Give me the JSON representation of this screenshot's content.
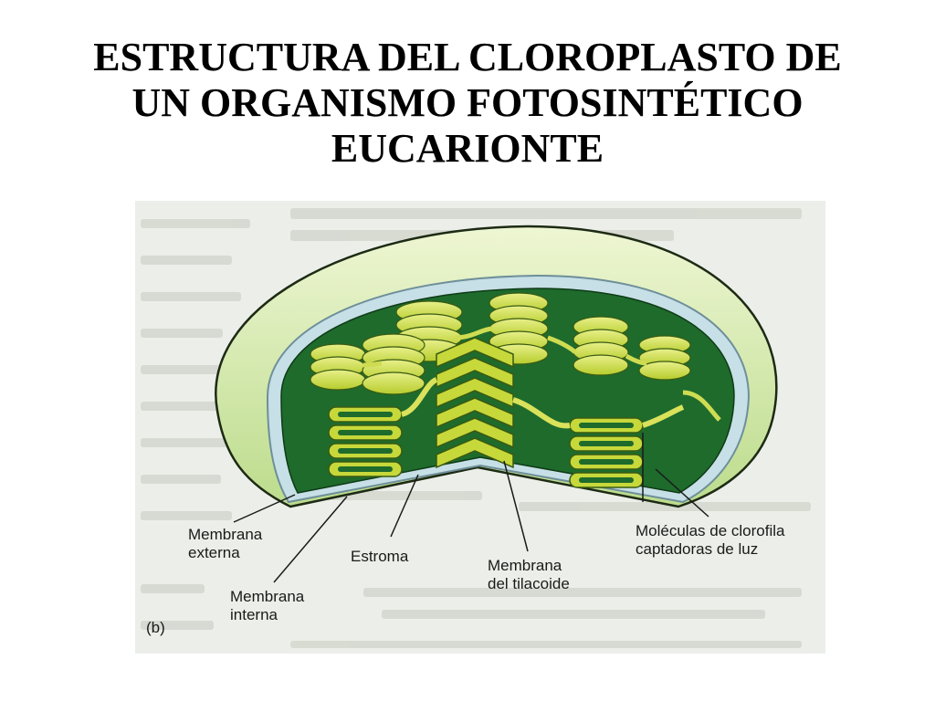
{
  "slide": {
    "title_lines": [
      "ESTRUCTURA DEL CLOROPLASTO DE",
      "UN ORGANISMO FOTOSINTÉTICO",
      "EUCARIONTE"
    ]
  },
  "figure": {
    "panel_label": "(b)",
    "labels": {
      "membrana_externa": [
        "Membrana",
        "externa"
      ],
      "membrana_interna": [
        "Membrana",
        "interna"
      ],
      "estroma": "Estroma",
      "membrana_tilacoide": [
        "Membrana",
        "del tilacoide"
      ],
      "moleculas_clorofila": [
        "Moléculas de clorofila",
        "captadoras de luz"
      ]
    },
    "colors": {
      "outer_membrane": "#d6e9a4",
      "inner_membrane": "#b9d8e0",
      "stroma": "#1e6b2c",
      "thylakoid": "#c7d83a",
      "thylakoid_highlight": "#e9ef9a"
    }
  }
}
